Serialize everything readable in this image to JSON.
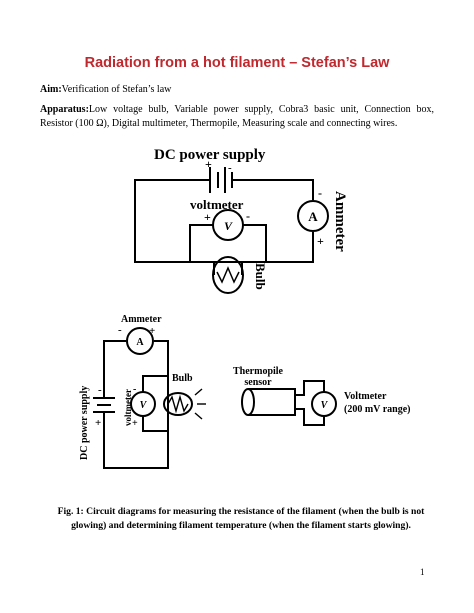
{
  "title": "Radiation from a hot filament – Stefan’s Law",
  "aim": {
    "label": "Aim:",
    "text": "Verification of Stefan’s law"
  },
  "apparatus": {
    "label": "Apparatus:",
    "text": "Low voltage bulb, Variable power supply, Cobra3 basic unit, Connection box, Resistor (100 Ω), Digital multimeter, Thermopile, Measuring scale and connecting wires."
  },
  "circuit1": {
    "supply_label": "DC power supply",
    "voltmeter_label": "voltmeter",
    "ammeter_label": "Ammeter",
    "bulb_label": "Bulb",
    "v_symbol": "V",
    "a_symbol": "A",
    "plus": "+",
    "minus": "-"
  },
  "circuit2": {
    "ammeter_label": "Ammeter",
    "supply_label": "DC power supply",
    "voltmeter_label": "voltmeter",
    "bulb_label": "Bulb",
    "a_symbol": "A",
    "v_symbol": "V",
    "plus": "+",
    "minus": "-"
  },
  "circuit3": {
    "sensor_label_1": "Thermopile",
    "sensor_label_2": "sensor",
    "voltmeter_label": "Voltmeter",
    "range_label": "(200 mV range)",
    "v_symbol": "V"
  },
  "caption": {
    "label": "Fig. 1:",
    "text": "Circuit diagrams for measuring the resistance of the filament (when the bulb is not glowing) and determining filament temperature (when the filament starts glowing)."
  },
  "page_number": "1"
}
